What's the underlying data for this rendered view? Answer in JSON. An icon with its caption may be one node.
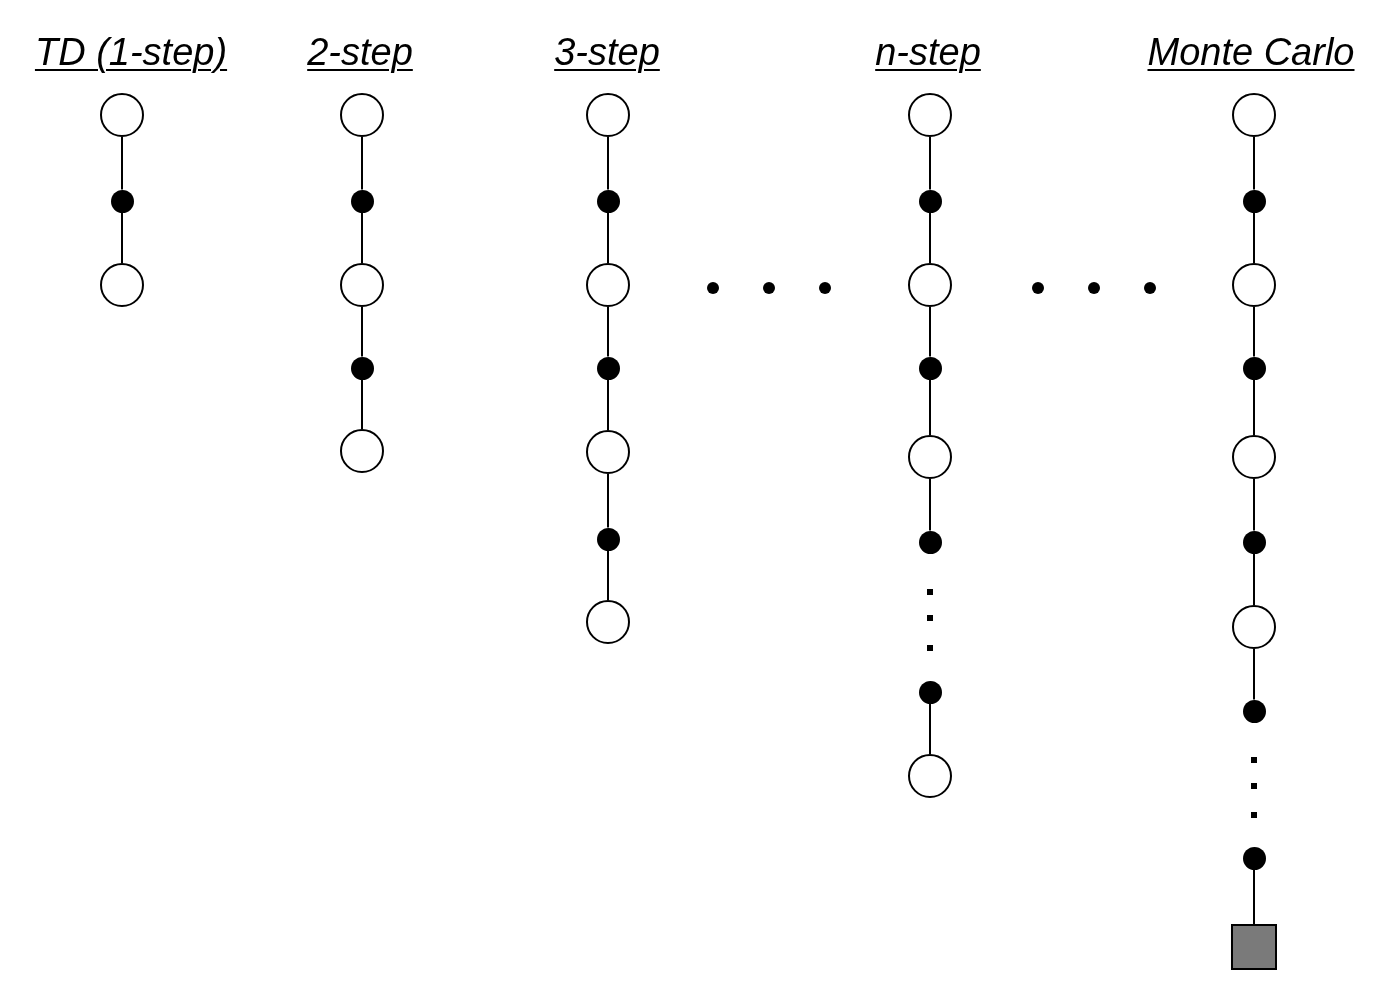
{
  "diagram": {
    "nodes": [
      {
        "text": [],
        "shape": "circle"
      },
      {
        "text": [],
        "shape": "dot"
      },
      {
        "text": [],
        "shape": "circle"
      },
      {
        "text": [],
        "shape": "circle"
      },
      {
        "text": [],
        "shape": "dot"
      },
      {
        "text": [],
        "shape": "circle"
      },
      {
        "text": [],
        "shape": "dot"
      },
      {
        "text": [],
        "shape": "circle"
      },
      {
        "text": [],
        "shape": "circle"
      },
      {
        "text": [],
        "shape": "dot"
      },
      {
        "text": [],
        "shape": "circle"
      },
      {
        "text": [],
        "shape": "dot"
      },
      {
        "text": [],
        "shape": "circle"
      },
      {
        "text": [],
        "shape": "dot"
      },
      {
        "text": [],
        "shape": "circle"
      },
      {
        "text": [],
        "shape": "circle"
      },
      {
        "text": [],
        "shape": "dot"
      },
      {
        "text": [],
        "shape": "circle"
      },
      {
        "text": [],
        "shape": "dot"
      },
      {
        "text": [],
        "shape": "circle"
      },
      {
        "text": [],
        "shape": "dot"
      },
      {
        "text": [],
        "shape": "dot"
      },
      {
        "text": [],
        "shape": "circle"
      },
      {
        "text": [],
        "shape": "circle"
      },
      {
        "text": [],
        "shape": "dot"
      },
      {
        "text": [],
        "shape": "circle"
      },
      {
        "text": [],
        "shape": "dot"
      },
      {
        "text": [],
        "shape": "circle"
      },
      {
        "text": [],
        "shape": "dot"
      },
      {
        "text": [],
        "shape": "circle"
      },
      {
        "text": [],
        "shape": "dot"
      },
      {
        "text": [],
        "shape": "dot"
      },
      {
        "text": [],
        "shape": "box"
      }
    ],
    "edges": [
      {
        "from": 0,
        "to": 1,
        "arrow": "none"
      },
      {
        "from": 1,
        "to": 2,
        "arrow": "none"
      },
      {
        "from": 3,
        "to": 4,
        "arrow": "none"
      },
      {
        "from": 4,
        "to": 5,
        "arrow": "none"
      },
      {
        "from": 5,
        "to": 6,
        "arrow": "none"
      },
      {
        "from": 6,
        "to": 7,
        "arrow": "none"
      },
      {
        "from": 8,
        "to": 9,
        "arrow": "none"
      },
      {
        "from": 9,
        "to": 10,
        "arrow": "none"
      },
      {
        "from": 10,
        "to": 11,
        "arrow": "none"
      },
      {
        "from": 11,
        "to": 12,
        "arrow": "none"
      },
      {
        "from": 12,
        "to": 13,
        "arrow": "none"
      },
      {
        "from": 13,
        "to": 14,
        "arrow": "none"
      },
      {
        "from": 15,
        "to": 16,
        "arrow": "none"
      },
      {
        "from": 16,
        "to": 17,
        "arrow": "none"
      },
      {
        "from": 17,
        "to": 18,
        "arrow": "none"
      },
      {
        "from": 18,
        "to": 19,
        "arrow": "none"
      },
      {
        "from": 19,
        "to": 20,
        "arrow": "none"
      },
      {
        "from": 21,
        "to": 22,
        "arrow": "none"
      },
      {
        "from": 23,
        "to": 24,
        "arrow": "none"
      },
      {
        "from": 24,
        "to": 25,
        "arrow": "none"
      },
      {
        "from": 25,
        "to": 26,
        "arrow": "none"
      },
      {
        "from": 26,
        "to": 27,
        "arrow": "none"
      },
      {
        "from": 27,
        "to": 28,
        "arrow": "none"
      },
      {
        "from": 28,
        "to": 29,
        "arrow": "none"
      },
      {
        "from": 29,
        "to": 30,
        "arrow": "none"
      },
      {
        "from": 31,
        "to": 32,
        "arrow": "none"
      }
    ],
    "labels": [
      "TD (1-step)",
      "2-step",
      "3-step",
      "n-step",
      "Monte Carlo"
    ]
  }
}
